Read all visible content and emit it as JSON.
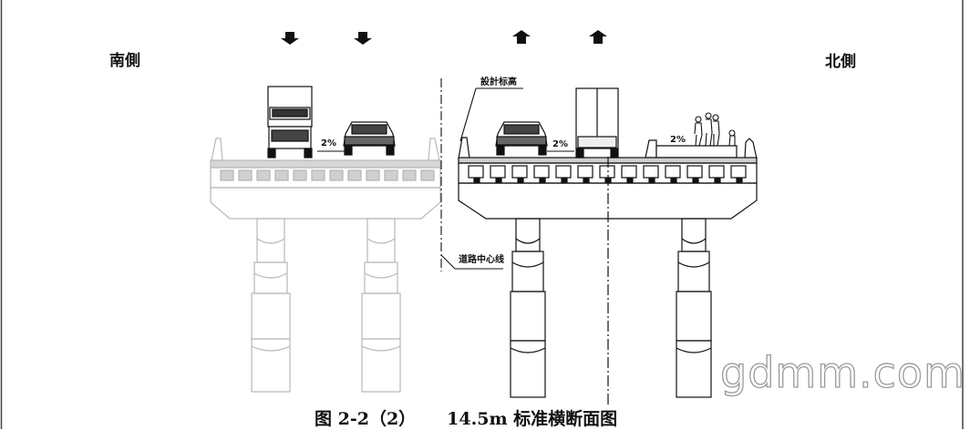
{
  "labels": {
    "south": "南側",
    "north": "北側",
    "design_elevation": "設計标高",
    "road_centerline": "道路中心线",
    "caption_num": "图 2-2（2）",
    "caption_title": "14.5m 标准横断面图"
  },
  "slopes": {
    "south": "2%",
    "north_left": "2%",
    "north_right": "2%"
  },
  "traffic": {
    "south_direction": "down-arrow",
    "north_direction": "up-arrow"
  },
  "watermark": "gdmm.com",
  "colors": {
    "ink": "#111111",
    "faded": "#b5b5b5",
    "watermark_stroke": "#9a9a9a"
  }
}
